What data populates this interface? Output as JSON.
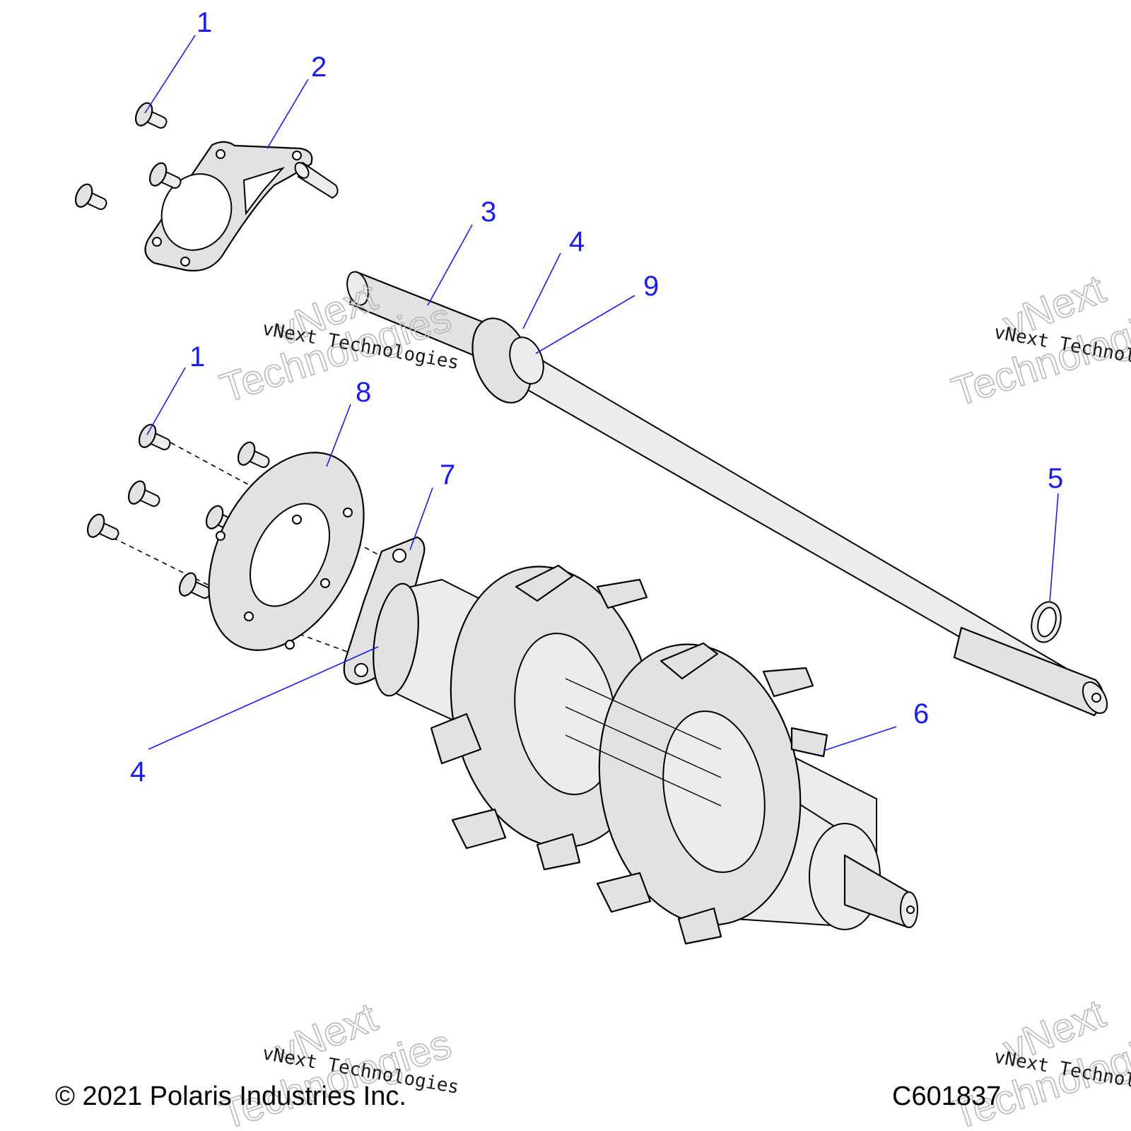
{
  "callouts": [
    {
      "id": "c1a",
      "label": "1"
    },
    {
      "id": "c2",
      "label": "2"
    },
    {
      "id": "c3",
      "label": "3"
    },
    {
      "id": "c4a",
      "label": "4"
    },
    {
      "id": "c9",
      "label": "9"
    },
    {
      "id": "c1b",
      "label": "1"
    },
    {
      "id": "c8",
      "label": "8"
    },
    {
      "id": "c7",
      "label": "7"
    },
    {
      "id": "c5",
      "label": "5"
    },
    {
      "id": "c6",
      "label": "6"
    },
    {
      "id": "c4b",
      "label": "4"
    }
  ],
  "watermark": {
    "small": "vNext Technologies",
    "big_line1": "vNext",
    "big_line2": "Technologies"
  },
  "footer": {
    "copyright": "© 2021 Polaris Industries Inc.",
    "drawing_code": "C601837"
  },
  "colors": {
    "callout": "#1a1aff",
    "part_fill": "#e2e2e2",
    "outline": "#000000"
  }
}
